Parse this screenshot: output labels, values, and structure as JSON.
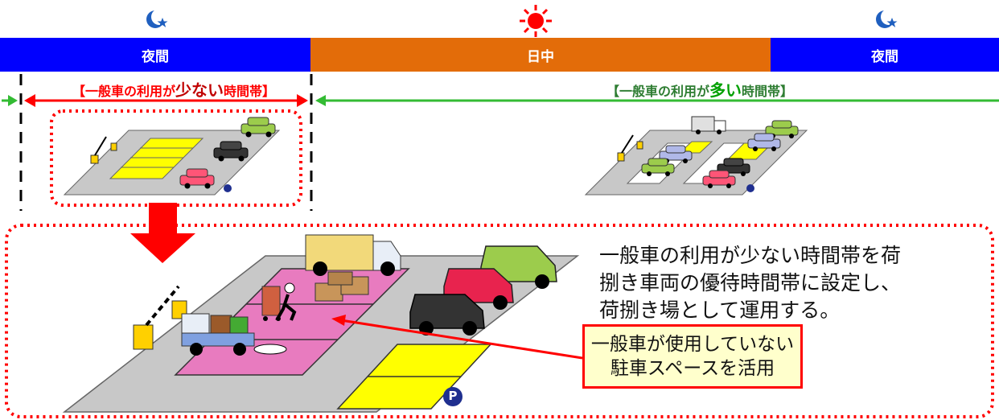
{
  "timeline": {
    "segments": [
      {
        "label": "夜間",
        "color": "#0000ff",
        "icon": "moon-star-icon"
      },
      {
        "label": "日中",
        "color": "#e36c09",
        "icon": "sun-icon"
      },
      {
        "label": "夜間",
        "color": "#0000ff",
        "icon": "moon-star-icon"
      }
    ]
  },
  "brackets": {
    "low_usage": {
      "open": "【",
      "a": "一般車の利用が",
      "b": "少ない",
      "c": "時間帯",
      "close": "】",
      "color": "#ff0000",
      "emph_color": "#c00000"
    },
    "high_usage": {
      "open": "【",
      "a": "一般車の利用が",
      "b": "多い",
      "c": "時間帯",
      "close": "】",
      "color": "#2e7d32",
      "emph_color": "#00a000"
    }
  },
  "description": {
    "line1": "一般車の利用が少ない時間帯を荷",
    "line2": "捌き車両の優待時間帯に設定し、",
    "line3": "荷捌き場として運用する。"
  },
  "callout": {
    "line1": "一般車が使用していない",
    "line2": "駐車スペースを活用"
  },
  "parking_marker": "P",
  "colors": {
    "night": "#0000ff",
    "day": "#e36c09",
    "low_arrow": "#ff0000",
    "high_arrow": "#33bb33",
    "pink_zone": "#e87bbf",
    "yellow_zone": "#ffff00",
    "pavement": "#c8c8c8"
  }
}
